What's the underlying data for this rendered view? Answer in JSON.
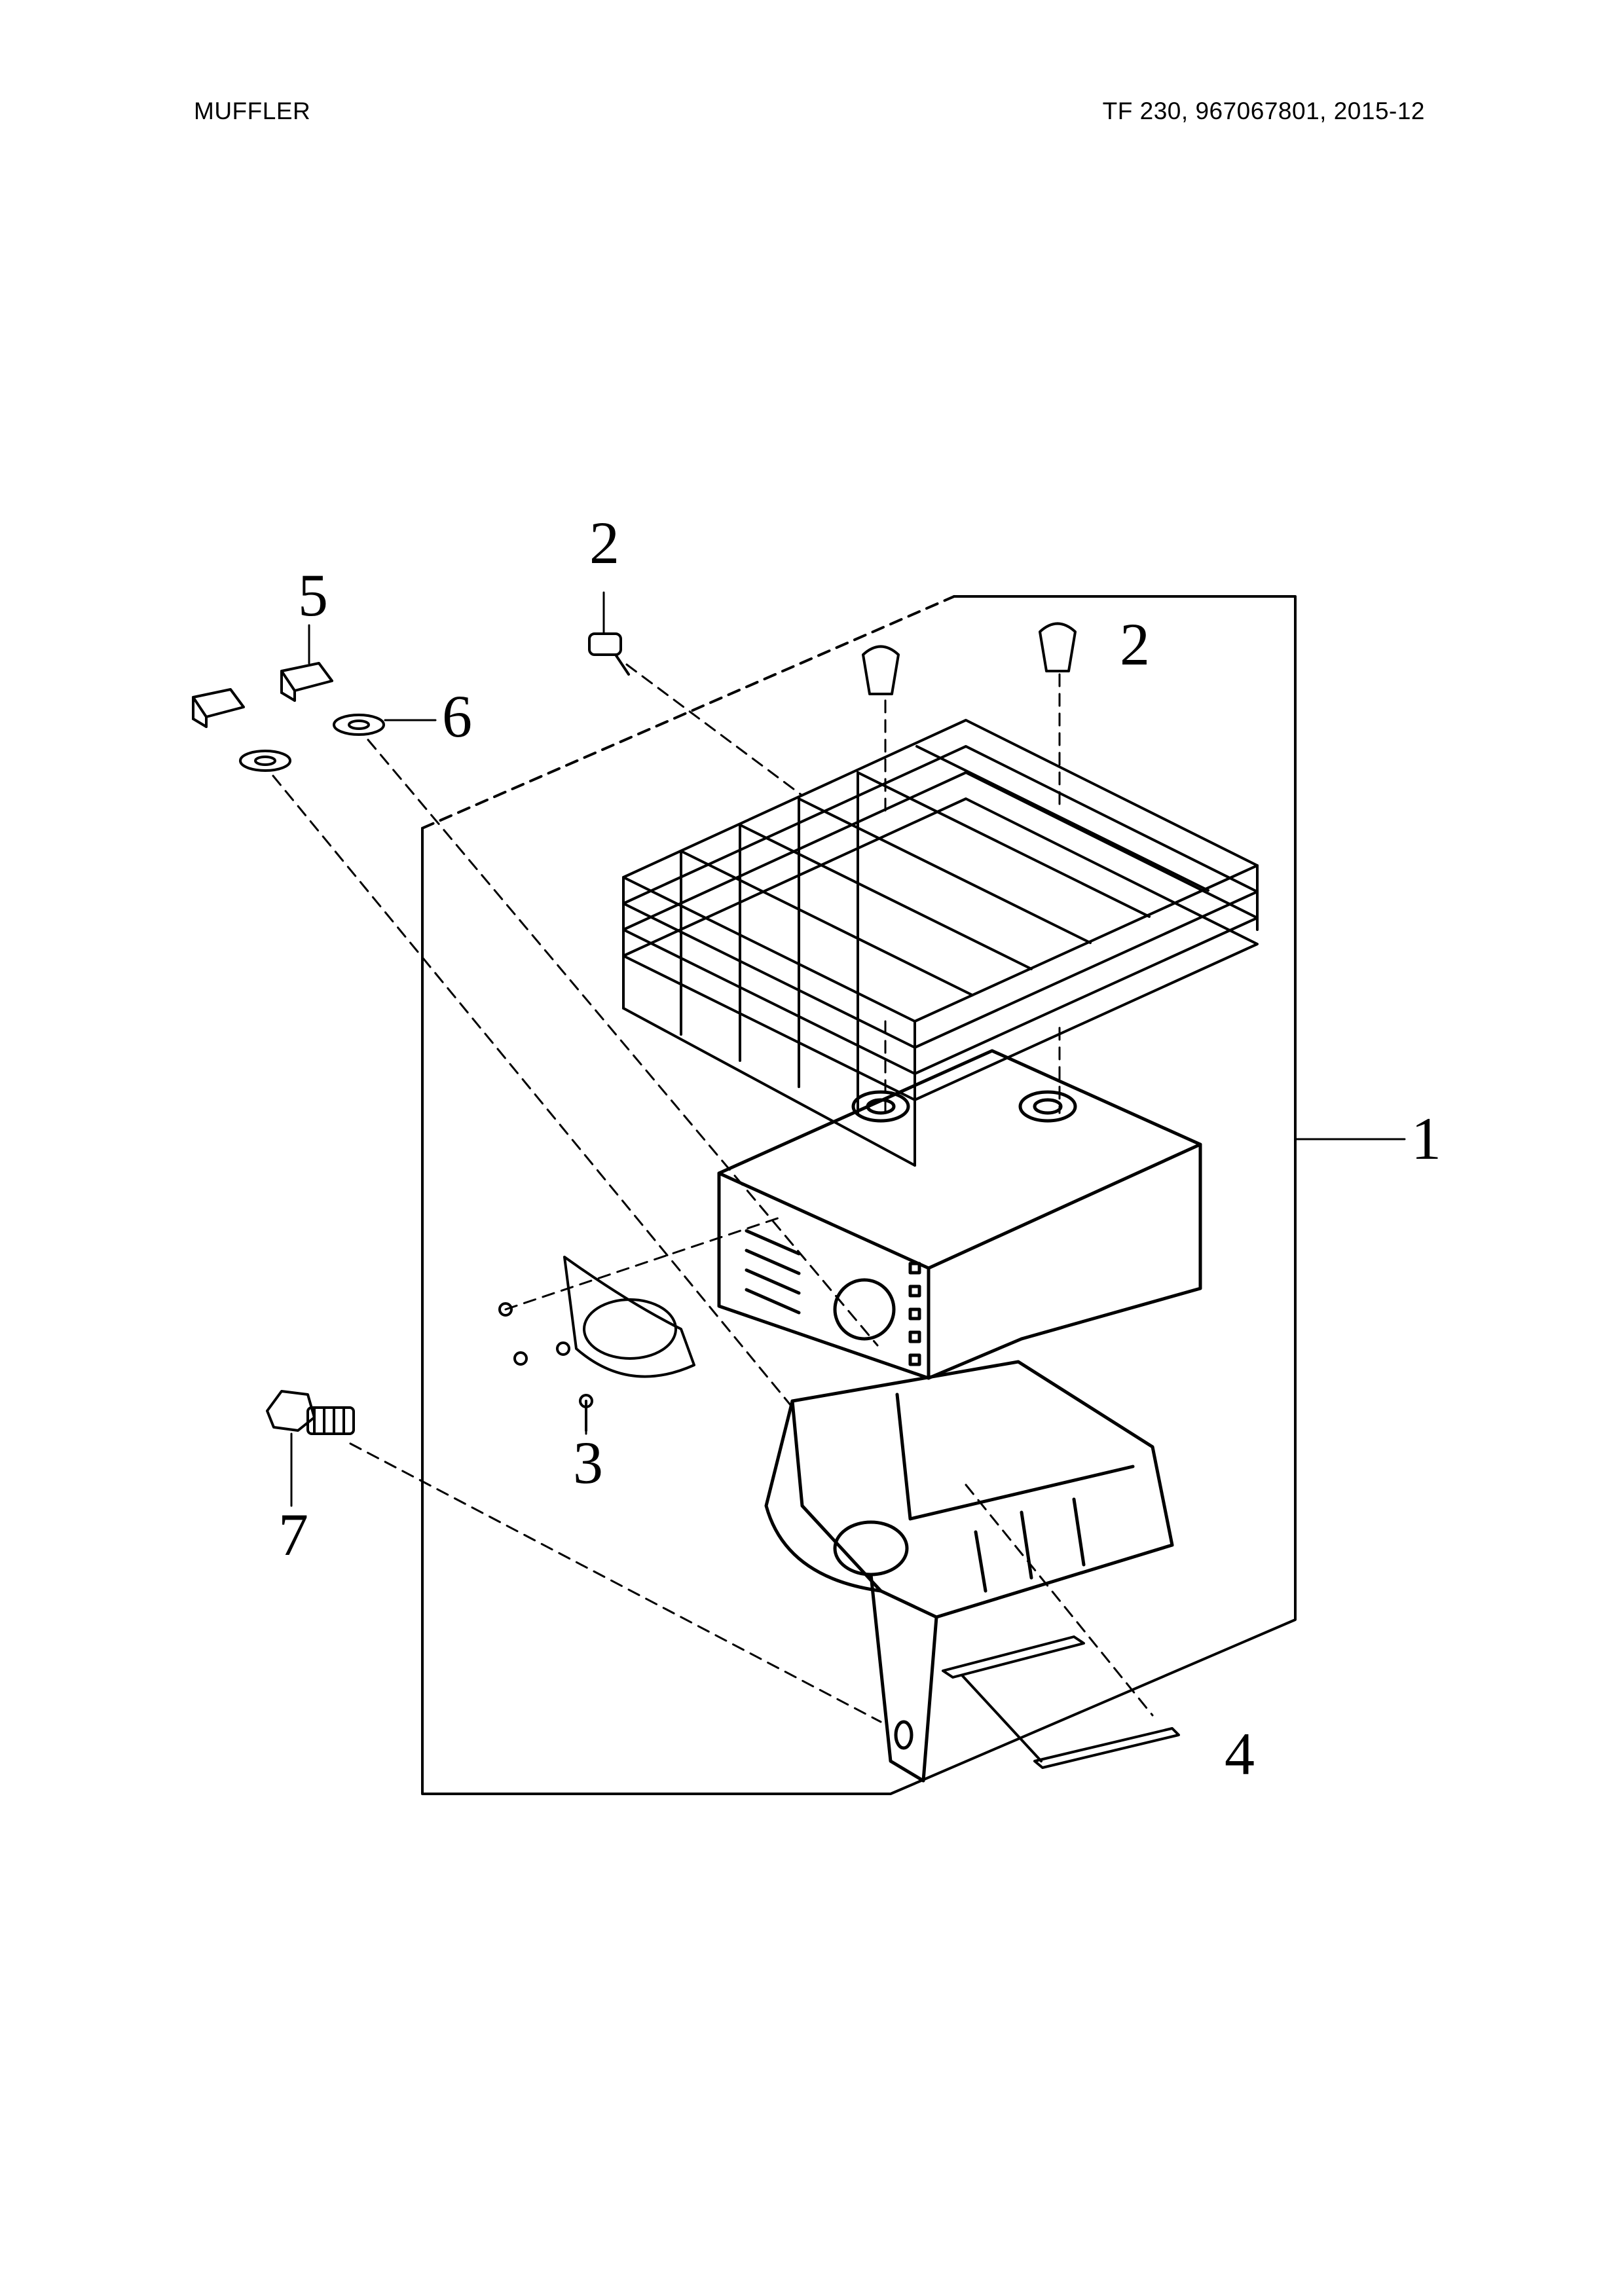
{
  "header": {
    "section_title": "MUFFLER",
    "model_info": "TF 230, 967067801, 2015-12"
  },
  "diagram": {
    "callouts": {
      "part_1": "1",
      "part_2_left": "2",
      "part_2_right": "2",
      "part_3": "3",
      "part_4": "4",
      "part_5": "5",
      "part_6": "6",
      "part_7": "7"
    }
  }
}
